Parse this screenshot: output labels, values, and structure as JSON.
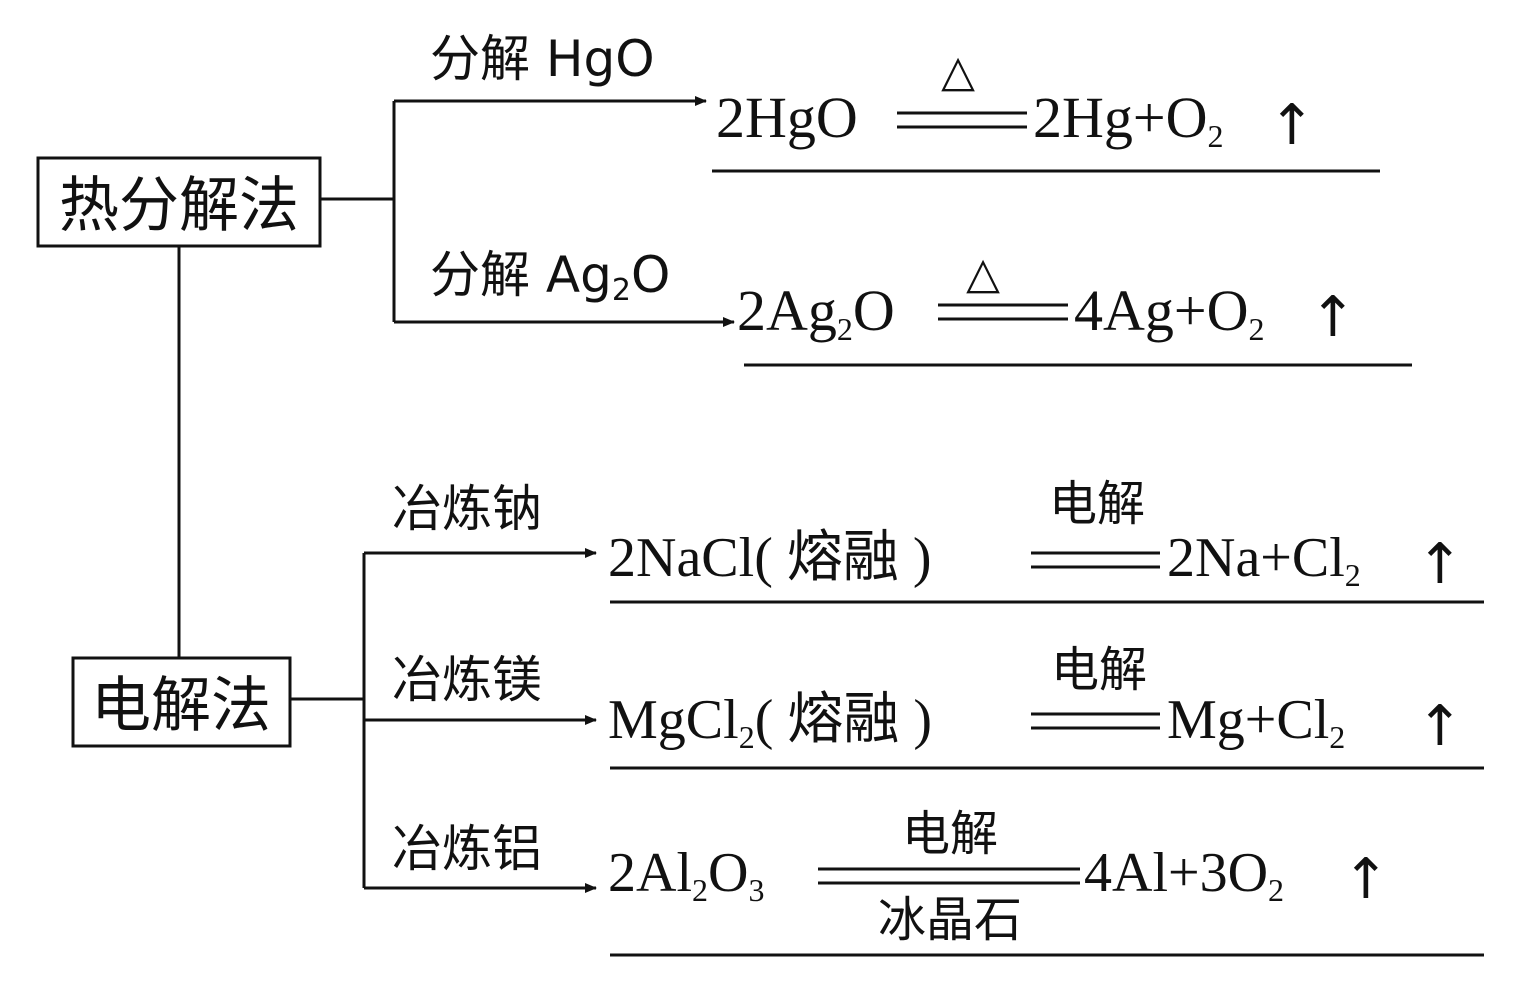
{
  "methods": {
    "thermal": {
      "label": "热分解法"
    },
    "electro": {
      "label": "电解法"
    }
  },
  "branches": [
    {
      "label_main": "分解 HgO",
      "label_sub": "",
      "label_tail": "",
      "reactant": "2HgO",
      "condition_top": "△",
      "condition_bottom": "",
      "product": "2Hg+O",
      "product_sub": "2",
      "gas_arrow": "↑"
    },
    {
      "label_main": "分解 Ag",
      "label_sub": "2",
      "label_tail": "O",
      "reactant": "2Ag",
      "reactant_sub": "2",
      "reactant_tail": "O",
      "condition_top": "△",
      "condition_bottom": "",
      "product": "4Ag+O",
      "product_sub": "2",
      "gas_arrow": "↑"
    },
    {
      "label_main": "冶炼钠",
      "reactant": "2NaCl( 熔融 )",
      "condition_top": "电解",
      "condition_bottom": "",
      "product": "2Na+Cl",
      "product_sub": "2",
      "gas_arrow": "↑"
    },
    {
      "label_main": "冶炼镁",
      "reactant": "MgCl",
      "reactant_sub": "2",
      "reactant_tail": "( 熔融 )",
      "condition_top": "电解",
      "condition_bottom": "",
      "product": "Mg+Cl",
      "product_sub": "2",
      "gas_arrow": "↑"
    },
    {
      "label_main": "冶炼铝",
      "reactant": "2Al",
      "reactant_sub": "2",
      "reactant_tail": "O",
      "reactant_sub2": "3",
      "condition_top": "电解",
      "condition_bottom": "冰晶石",
      "product": "4Al+3O",
      "product_sub": "2",
      "gas_arrow": "↑"
    }
  ]
}
